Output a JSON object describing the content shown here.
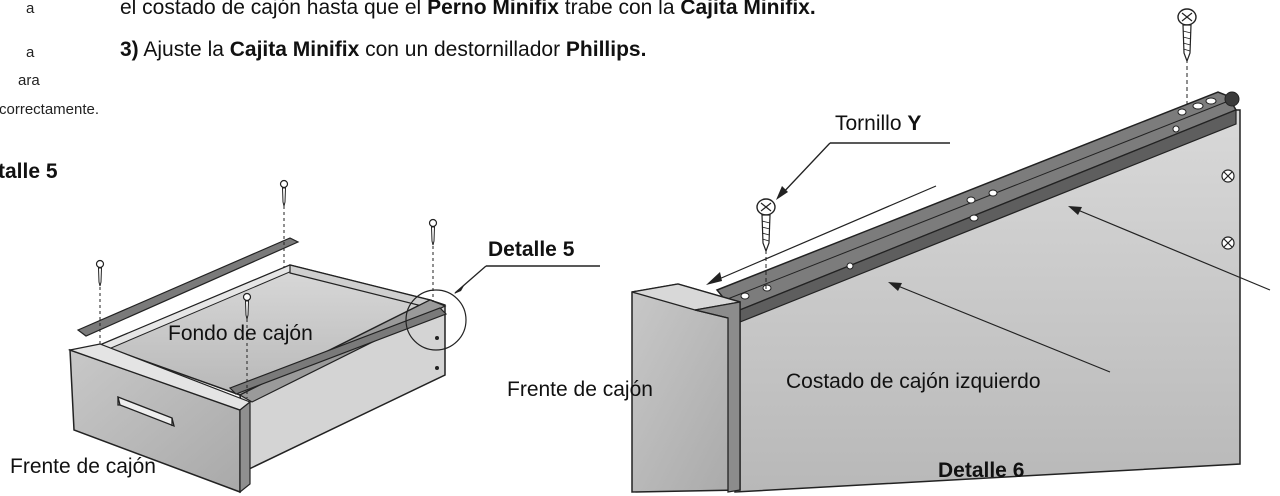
{
  "instructions": {
    "line2": {
      "t1": "el costado de cajón hasta que el ",
      "b1": "Perno Minifix",
      "t2": " trabe con la ",
      "b2": "Cajita Minifix."
    },
    "line3": {
      "num": "3)",
      "t1": " Ajuste la ",
      "b1": "Cajita Minifix",
      "t2": " con un destornillador ",
      "b2": "Phillips."
    }
  },
  "side_note": {
    "line1": "a",
    "line2": "ara",
    "line3": "correctamente."
  },
  "left_heading": "talle 5",
  "left_figure": {
    "fondo_label": "Fondo de cajón",
    "frente_label": "Frente de cajón",
    "detalle_label": "Detalle 5"
  },
  "right_figure": {
    "tornillo_label": "Tornillo ",
    "tornillo_letter": "Y",
    "frente_label": "Frente de cajón",
    "costado_label": "Costado de cajón izquierdo",
    "detalle_label": "Detalle 6"
  }
}
